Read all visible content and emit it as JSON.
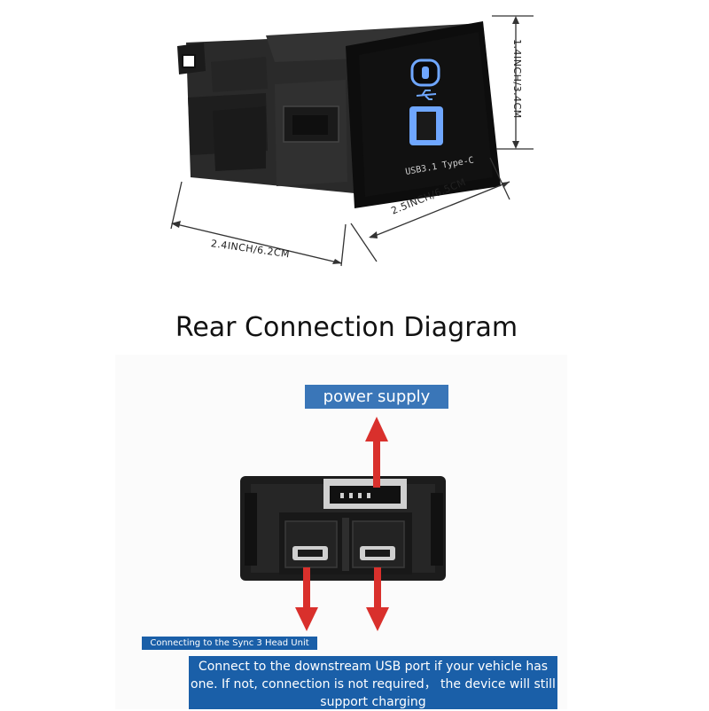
{
  "dimensions": {
    "width": "2.4INCH/6.2CM",
    "depth": "2.5INCH/6.5CM",
    "height": "1.4INCH/3.4CM"
  },
  "product": {
    "port_label": "USB3.1 Type-C"
  },
  "diagram": {
    "title": "Rear Connection Diagram",
    "power_label": "power supply",
    "sync_label": "Connecting to the Sync 3 Head Unit",
    "downstream_label": "Connect to the downstream USB port if your vehicle has one. If not, connection is not required， the device will still support charging"
  },
  "colors": {
    "label_blue": "#3a76b8",
    "label_dark_blue": "#1a5fa8",
    "arrow_red": "#d9302c",
    "usb_glow": "#6fa7ff"
  }
}
